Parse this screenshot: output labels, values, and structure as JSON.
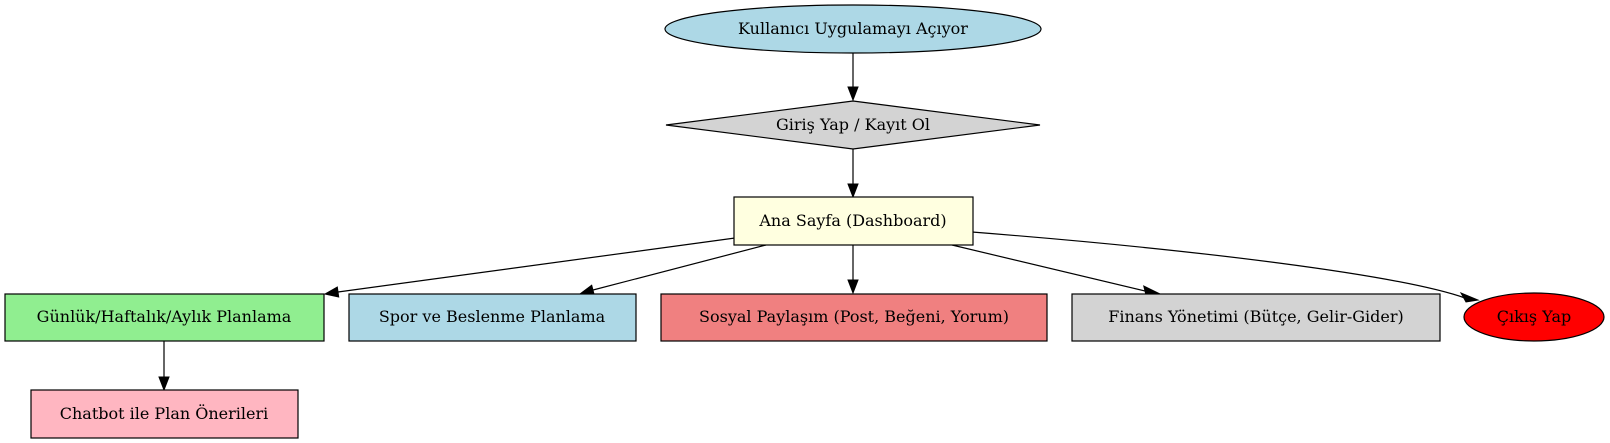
{
  "diagram": {
    "nodes": {
      "start": {
        "label": "Kullanıcı Uygulamayı Açıyor",
        "fill": "#add8e6"
      },
      "login": {
        "label": "Giriş Yap / Kayıt Ol",
        "fill": "#d3d3d3"
      },
      "dashboard": {
        "label": "Ana Sayfa (Dashboard)",
        "fill": "#ffffe0"
      },
      "planning": {
        "label": "Günlük/Haftalık/Aylık Planlama",
        "fill": "#90ee90"
      },
      "sport": {
        "label": "Spor ve Beslenme Planlama",
        "fill": "#add8e6"
      },
      "social": {
        "label": "Sosyal Paylaşım (Post, Beğeni, Yorum)",
        "fill": "#f08080"
      },
      "finance": {
        "label": "Finans Yönetimi (Bütçe, Gelir-Gider)",
        "fill": "#d3d3d3"
      },
      "logout": {
        "label": "Çıkış Yap",
        "fill": "#ff0000"
      },
      "chatbot": {
        "label": "Chatbot ile Plan Önerileri",
        "fill": "#ffb6c1"
      }
    },
    "edges": [
      {
        "from": "start",
        "to": "login"
      },
      {
        "from": "login",
        "to": "dashboard"
      },
      {
        "from": "dashboard",
        "to": "planning"
      },
      {
        "from": "dashboard",
        "to": "sport"
      },
      {
        "from": "dashboard",
        "to": "social"
      },
      {
        "from": "dashboard",
        "to": "finance"
      },
      {
        "from": "dashboard",
        "to": "logout"
      },
      {
        "from": "planning",
        "to": "chatbot"
      }
    ]
  }
}
